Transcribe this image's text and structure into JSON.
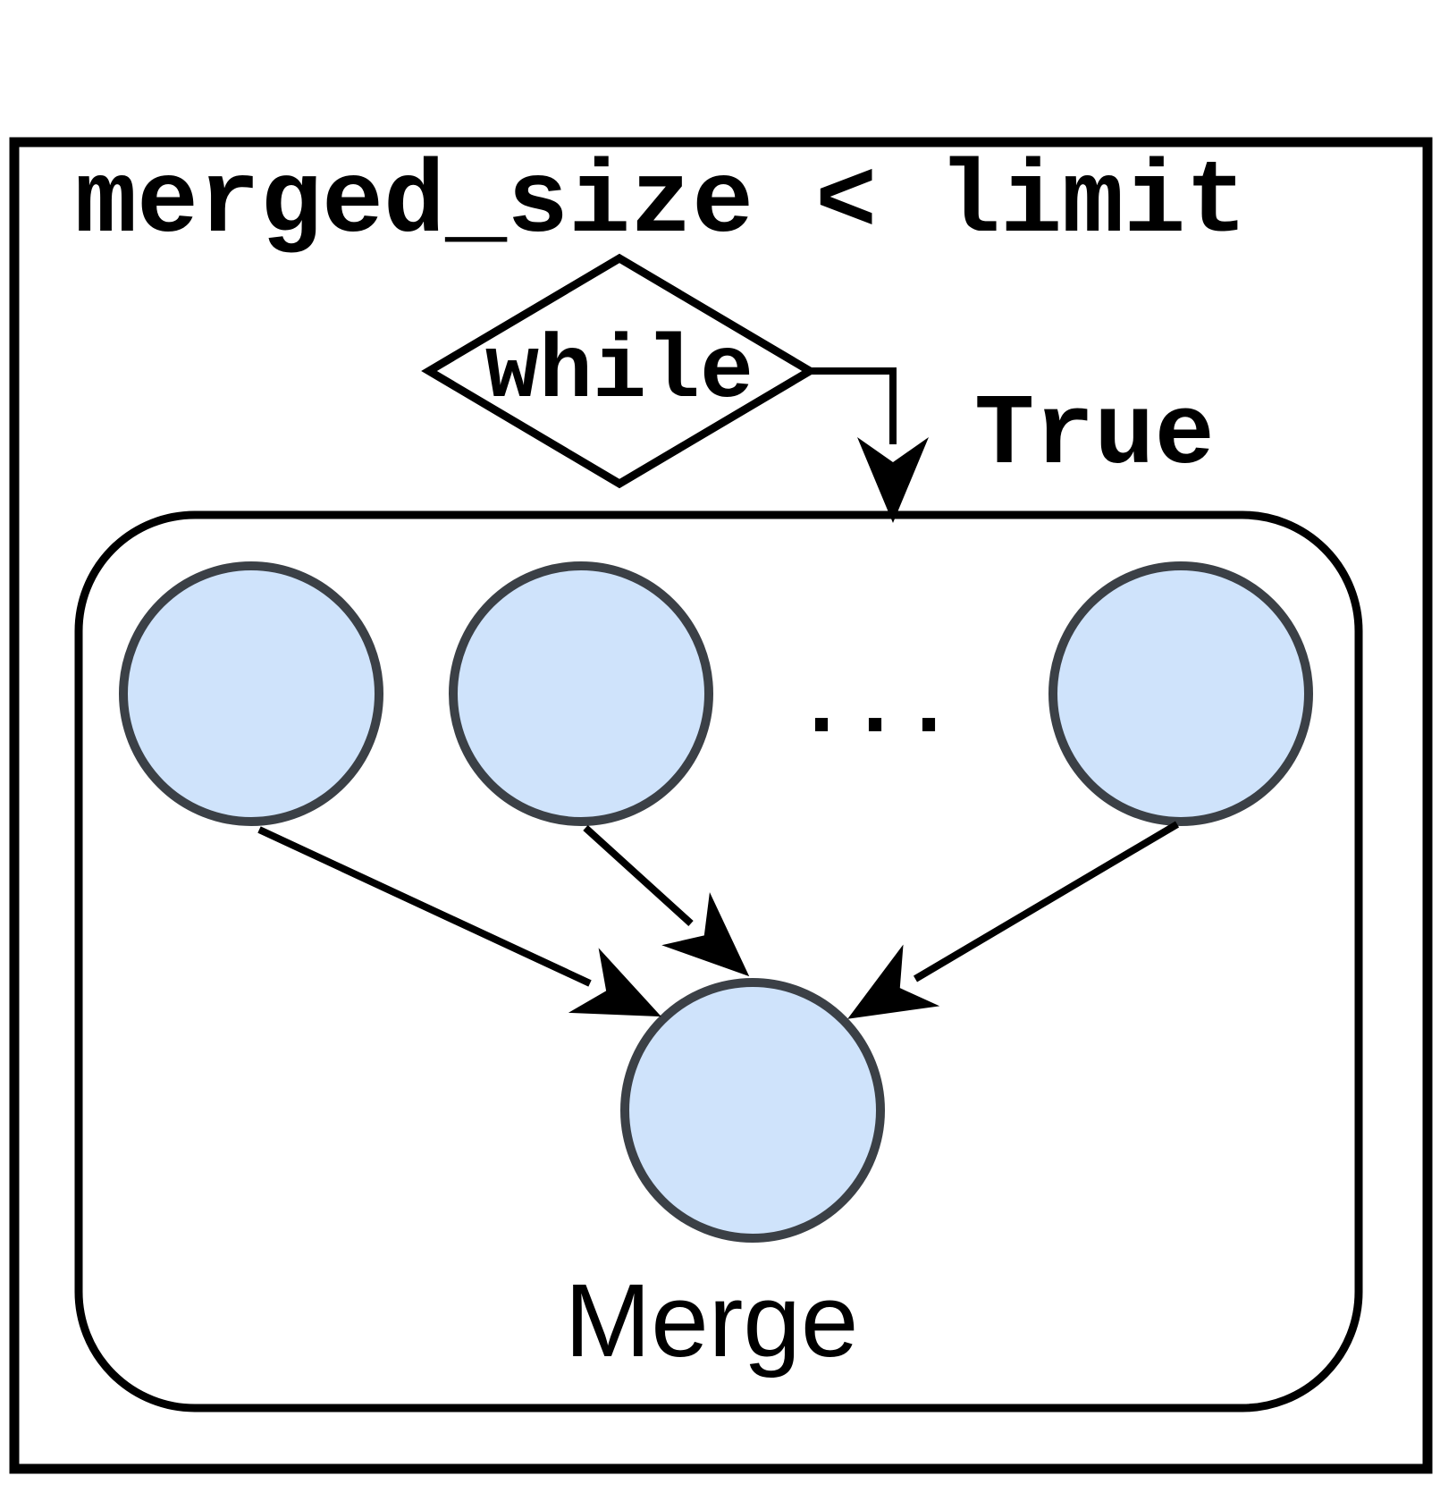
{
  "diagram": {
    "condition_label": "merged_size < limit",
    "while_label": "while",
    "true_label": "True",
    "ellipsis": "...",
    "merge_label": "Merge",
    "colors": {
      "node_fill": "#cfe3fb",
      "node_stroke": "#3b4046",
      "line": "#000000",
      "background": "#ffffff"
    }
  }
}
